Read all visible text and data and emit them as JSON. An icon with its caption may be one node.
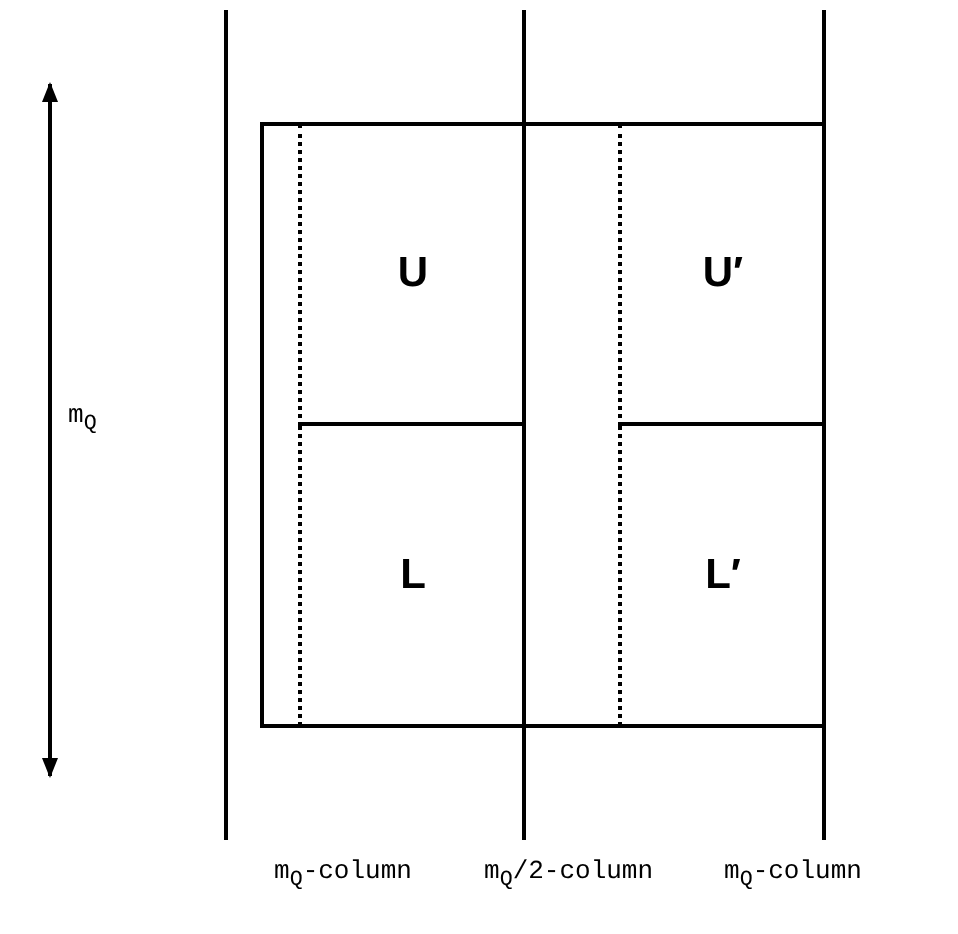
{
  "diagram": {
    "nodes": [
      {
        "text": [
          "U"
        ]
      },
      {
        "text": [
          "L"
        ]
      },
      {
        "text": [
          "U′"
        ]
      },
      {
        "text": [
          "L′"
        ]
      }
    ],
    "labels": [
      "m$_{Q}$",
      "m$_{Q}$-column",
      "m$_{Q}$/2-column",
      "m$_{Q}$-column"
    ]
  }
}
